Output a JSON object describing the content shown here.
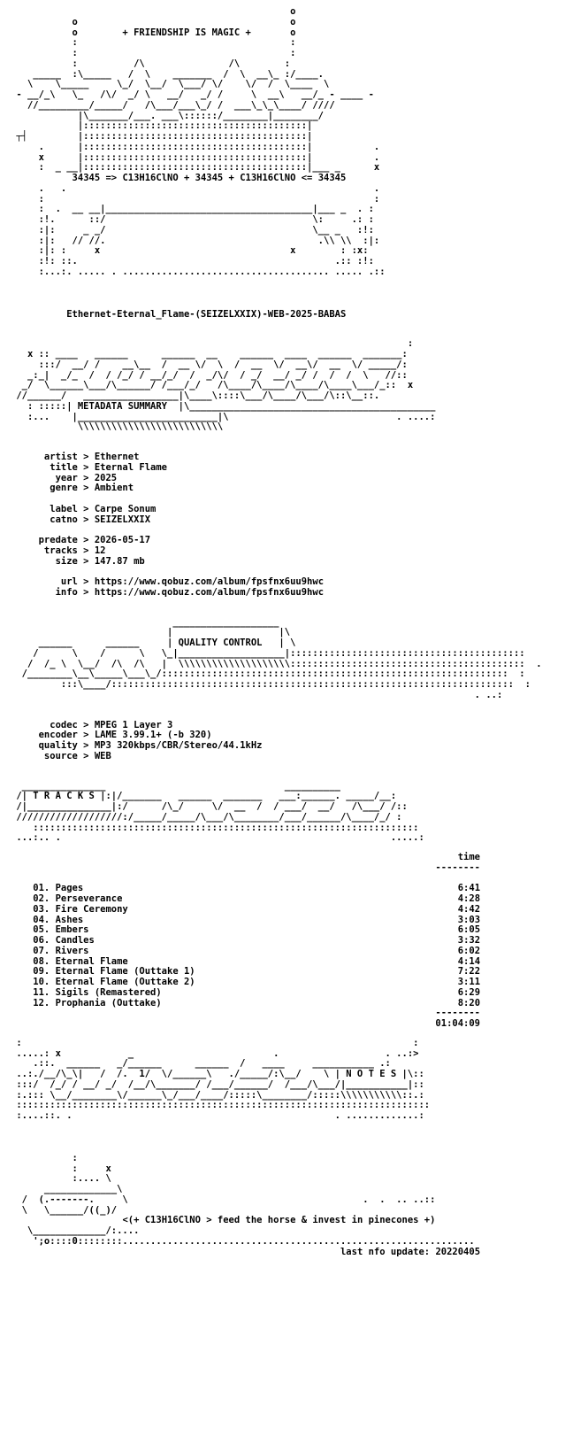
{
  "header": {
    "art_lines": [
      "                                                  o",
      "           o                                      o",
      "           o        + FRIENDSHIP IS MAGIC +       o",
      "           :                                      :",
      "           :                                      :",
      "           :          /\\               /\\        :",
      "    _____  :\\_____   /  \\    _______  /  \\  __\\_ :/____.",
      "   \\    \\_____     \\_/  \\__/  \\___/ \\/    \\/  /  \\____  \\",
      " - __/_\\   \\_   /\\/  _/ \\   __/   _/ /     \\  __\\   __/_ - ____ -",
      "   //_________/_____/   /\\___/___\\_/ /  ___\\_\\_\\____/ ////",
      "            |\\_______/___. ___\\::::::/________|________/",
      "            |::::::::::::::::::::::::::::::::::::::::|",
      " ┬┤         |::::::::::::::::::::::::::::::::::::::::|",
      "     .      |::::::::::::::::::::::::::::::::::::::::|           .",
      "     x      |::::::::::::::::::::::::::::::::::::::::|           .",
      "     :  _ __|::::::::::::::::::::::::::::::::::::::::|___ _      x"
    ],
    "formula": "34345 => C13H16ClNO + 34345 + C13H16ClNO <= 34345",
    "art_lines_bottom": [
      "     .   .                                                       .",
      "     :                                                           :",
      "     :  .  __ __|_____________________________________|___ _  . :",
      "     :!.      ::/                                     \\:     .: :",
      "     :|:     _ _/                                     \\__ _   :!:",
      "     :|:   // //.                                      .\\\\ \\\\  :|:",
      "     :|: :     x                                  x        : :x:",
      "     :!: ::.                                              .:: :!:",
      "     :...:. ..... . ..................................... ..... .::"
    ]
  },
  "release_name": "Ethernet-Eternal_Flame-(SEIZELXXIX)-WEB-2025-BABAS",
  "metadata": {
    "banner_top": [
      "                                                                       :",
      "   x :: ____   ______      ______  __    ______  ____  ______  _______:",
      "     :::/  __/ /    __\\__  /  __ \\/  \\  /  __  \\/  __\\/  __  \\/ _____/:",
      "   _:_|  _/_  /  / /_/ / __/_/  /  _/\\/  / _/  __/ _/ /  /  /  \\   //::",
      "  _/  \\______\\___/\\______/ /___/_/   /\\____/\\____/\\____/\\____\\___/_::  x",
      " //______/   _________________|\\____\\::::\\___/\\____/\\___/\\::\\__::.",
      "   : :::::|"
    ],
    "section_title": "METADATA SUMMARY",
    "banner_tail": "|\\____________________________________________",
    "banner_bottom": [
      "   :...    |_________________________|\\                              . ....:",
      "            \\\\\\\\\\\\\\\\\\\\\\\\\\\\\\\\\\\\\\\\\\\\\\\\\\\\"
    ],
    "fields": [
      {
        "key": "      artist",
        "value": "Ethernet"
      },
      {
        "key": "       title",
        "value": "Eternal Flame"
      },
      {
        "key": "        year",
        "value": "2025"
      },
      {
        "key": "       genre",
        "value": "Ambient"
      },
      {
        "key": "",
        "value": ""
      },
      {
        "key": "       label",
        "value": "Carpe Sonum"
      },
      {
        "key": "       catno",
        "value": "SEIZELXXIX"
      },
      {
        "key": "",
        "value": ""
      },
      {
        "key": "     predate",
        "value": "2026-05-17"
      },
      {
        "key": "      tracks",
        "value": "12"
      },
      {
        "key": "        size",
        "value": "147.87 mb"
      },
      {
        "key": "",
        "value": ""
      },
      {
        "key": "         url",
        "value": "https://www.qobuz.com/album/fpsfnx6uu9hwc"
      },
      {
        "key": "        info",
        "value": "https://www.qobuz.com/album/fpsfnx6uu9hwc"
      }
    ]
  },
  "quality": {
    "banner_top": [
      "                             ___________________",
      "                            |                   |\\",
      "     ______      ______     | QUALITY CONTROL   | \\",
      "    /      \\    /      \\   \\_|___________________|::::::::::::::::::::::::::::::::::::::::::",
      "   /  /_ \\  \\__/  /\\  /\\   |  \\\\\\\\\\\\\\\\\\\\\\\\\\\\\\\\\\\\\\\\::::::::::::::::::::::::::::::::::::::::::  .",
      "  /________\\__\\_____\\___\\_/::::::::::::::::::::::::::::::::::::::::::::::::::::::::::::::  :",
      "         :::\\____/::::::::::::::::::::::::::::::::::::::::::::::::::::::::::::::::::::::::  :",
      "                                                                                   . ..:"
    ],
    "fields": [
      {
        "key": "       codec",
        "value": "MPEG 1 Layer 3"
      },
      {
        "key": "     encoder",
        "value": "LAME 3.99.1+ (-b 320)"
      },
      {
        "key": "     quality",
        "value": "MP3 320kbps/CBR/Stereo/44.1kHz"
      },
      {
        "key": "      source",
        "value": "WEB"
      }
    ]
  },
  "tracks": {
    "banner": [
      "  _______________                                __________",
      " /| T R A C K S |:|/_______   ______  _______   ___:______. _____/__:",
      " /|_______________|:/      /\\_/     \\/  __  /  / ___/  __/   /\\___/ /::",
      " ///////////////////:/_____/_____/\\___/\\________/___/______/\\____/_/ :",
      "    :::::::::::::::::::::::::::::::::::::::::::::::::::::::::::::::::::::",
      " ...:.. .                                                           .....:"
    ],
    "time_header": "time",
    "rule": "--------",
    "list": [
      {
        "no": "01.",
        "title": "Pages",
        "time": "6:41"
      },
      {
        "no": "02.",
        "title": "Perseverance",
        "time": "4:28"
      },
      {
        "no": "03.",
        "title": "Fire Ceremony",
        "time": "4:42"
      },
      {
        "no": "04.",
        "title": "Ashes",
        "time": "3:03"
      },
      {
        "no": "05.",
        "title": "Embers",
        "time": "6:05"
      },
      {
        "no": "06.",
        "title": "Candles",
        "time": "3:32"
      },
      {
        "no": "07.",
        "title": "Rivers",
        "time": "6:02"
      },
      {
        "no": "08.",
        "title": "Eternal Flame",
        "time": "4:14"
      },
      {
        "no": "09.",
        "title": "Eternal Flame (Outtake 1)",
        "time": "7:22"
      },
      {
        "no": "10.",
        "title": "Eternal Flame (Outtake 2)",
        "time": "3:11"
      },
      {
        "no": "11.",
        "title": "Sigils (Remastered)",
        "time": "6:29"
      },
      {
        "no": "12.",
        "title": "Prophania (Outtake)",
        "time": "8:20"
      }
    ],
    "total": "01:04:09"
  },
  "notes": {
    "banner": [
      " :                                                                      :",
      " .....: x            _                         .                   . ..:>",
      "    .::.  ______   _/______      ______  /   ____     ___________ .:",
      " ..:./__/\\_\\|   /  /.  1/  \\/______\\   ./_____/:\\__/    \\ | N O T E S |\\::",
      " :::/  /_/ / __/ _/  /__/\\_______/ /___/______/  /___/\\___/|___________|::",
      " :.::: \\__/________\\/______\\_/___/____/:::::\\________/:::::\\\\\\\\\\\\\\\\\\\\\\::.:",
      " ::::::::::::::::::::::::::::::::::::::::::::::::::::::::::::::::::::::::::",
      " :....::. .                                               . .............:"
    ]
  },
  "footer": {
    "art_lines": [
      "           :",
      "           :     x",
      "           :.... \\",
      "      _____________\\",
      "  /  (.-------.     \\                                          .  .  .. ..::",
      "  \\   \\______/((_)/"
    ],
    "tagline": "<(+ C13H16ClNO > feed the horse & invest in pinecones +)",
    "art_lines_after": [
      "   \\_____________/:....",
      "    ';o::::0::::::::..............................................................."
    ],
    "update_label": "last nfo update:",
    "update_value": "20220405"
  }
}
